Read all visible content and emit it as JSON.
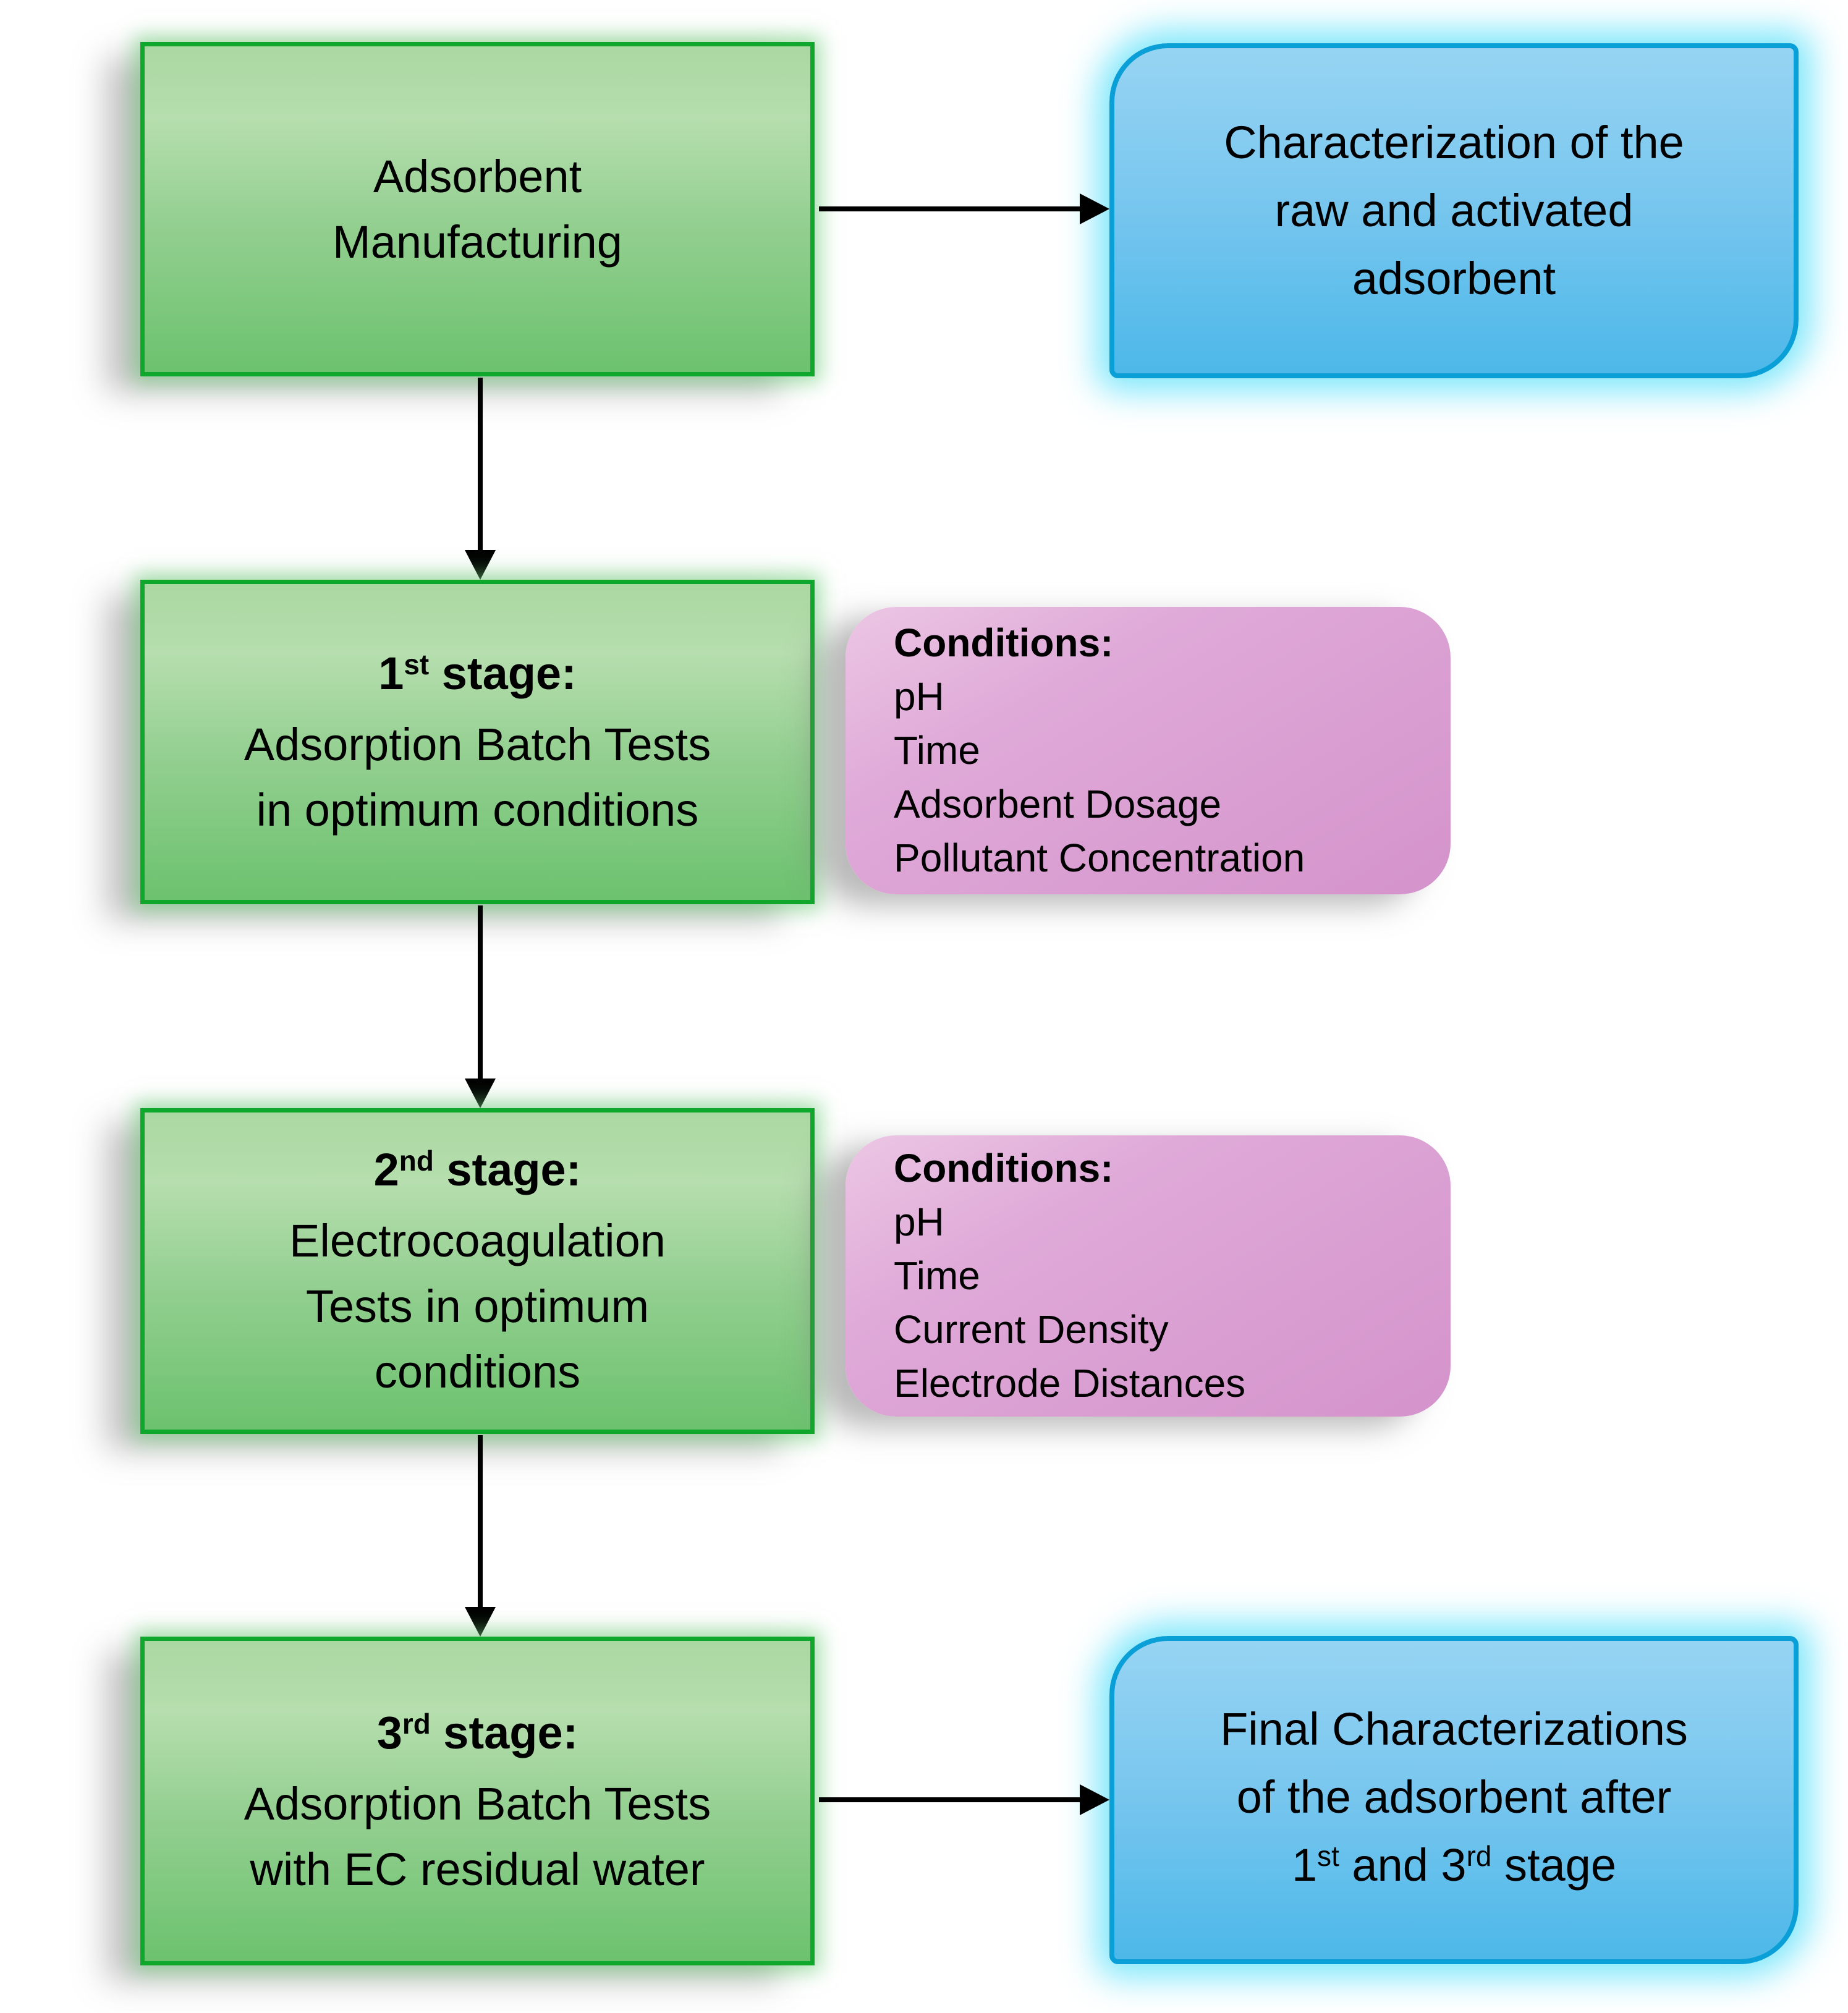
{
  "boxes": {
    "manufacturing": {
      "lines": [
        "Adsorbent",
        "Manufacturing"
      ]
    },
    "characterization": {
      "lines": [
        "Characterization of the",
        "raw and activated",
        "adsorbent"
      ]
    },
    "stage1": {
      "heading_num": "1",
      "heading_sup": "st",
      "heading_rest": " stage:",
      "lines": [
        "Adsorption Batch Tests",
        "in optimum conditions"
      ]
    },
    "conditions1": {
      "heading": "Conditions:",
      "items": [
        "pH",
        "Time",
        "Adsorbent Dosage",
        "Pollutant Concentration"
      ]
    },
    "stage2": {
      "heading_num": "2",
      "heading_sup": "nd",
      "heading_rest": " stage:",
      "lines": [
        "Electrocoagulation",
        "Tests in optimum",
        "conditions"
      ]
    },
    "conditions2": {
      "heading": "Conditions:",
      "items": [
        "pH",
        "Time",
        "Current Density",
        "Electrode Distances"
      ]
    },
    "stage3": {
      "heading_num": "3",
      "heading_sup": "rd",
      "heading_rest": " stage:",
      "lines": [
        "Adsorption Batch Tests",
        "with EC residual water"
      ]
    },
    "final": {
      "line1": "Final Characterizations",
      "line2": "of the adsorbent after",
      "line3": {
        "n1": "1",
        "s1": "st",
        "mid": " and 3",
        "s2": "rd",
        "tail": " stage"
      }
    }
  },
  "colors": {
    "green_border": "#10a82c",
    "green_fill_top": "#aad8a2",
    "green_fill_bottom": "#6cc26e",
    "blue_border": "#0a9fd7",
    "blue_fill_top": "#97d4f3",
    "blue_fill_bottom": "#4db8e9",
    "blue_glow": "#5fe1fa",
    "pink_fill_light": "#ecc6e4",
    "pink_fill_dark": "#d493cb",
    "arrow": "#000000",
    "text": "#000000",
    "background": "#ffffff"
  }
}
